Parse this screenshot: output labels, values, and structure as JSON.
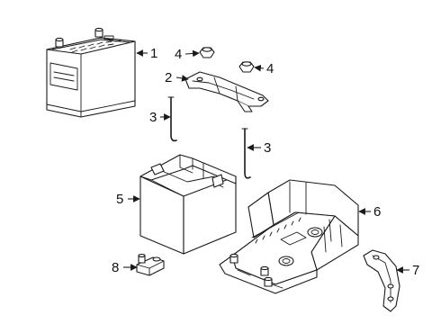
{
  "callouts": [
    {
      "id": "c1",
      "text": "1"
    },
    {
      "id": "c2",
      "text": "2"
    },
    {
      "id": "c3a",
      "text": "3"
    },
    {
      "id": "c3b",
      "text": "3"
    },
    {
      "id": "c4a",
      "text": "4"
    },
    {
      "id": "c4b",
      "text": "4"
    },
    {
      "id": "c5",
      "text": "5"
    },
    {
      "id": "c6",
      "text": "6"
    },
    {
      "id": "c7",
      "text": "7"
    },
    {
      "id": "c8",
      "text": "8"
    }
  ],
  "colors": {
    "line": "#1a1a1a",
    "background": "#ffffff"
  }
}
